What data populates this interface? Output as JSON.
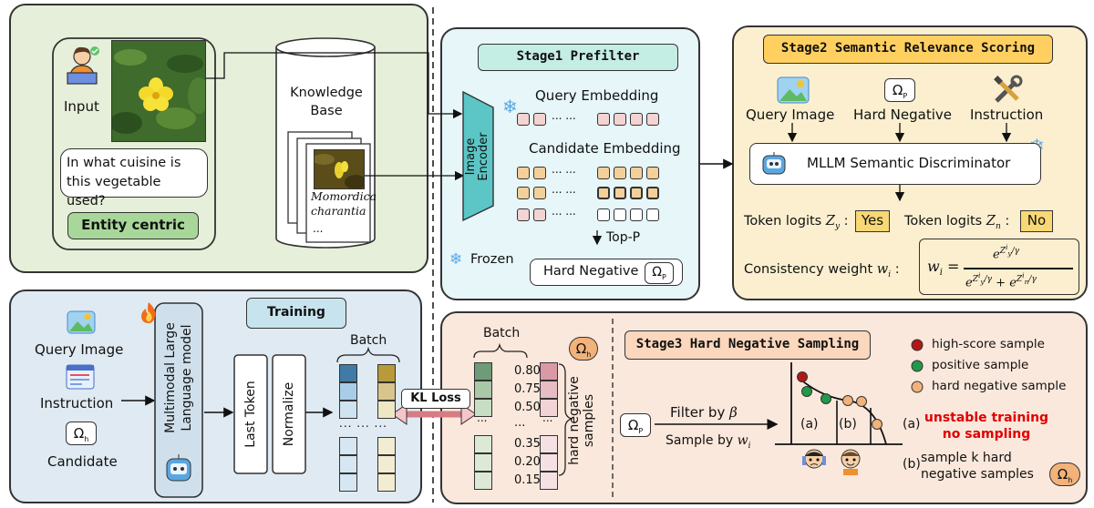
{
  "input_panel": {
    "input_label": "Input",
    "question": "In what cuisine is this vegetable used?",
    "entity_label": "Entity centric",
    "kb_title": "Knowledge Base",
    "kb_item_name": "Momordica charantia",
    "kb_item_more": "..."
  },
  "stage1": {
    "title": "Stage1 Prefilter",
    "encoder": "Image Encoder",
    "query_embedding": "Query Embedding",
    "candidate_embedding": "Candidate Embedding",
    "dots": "... ...",
    "top_p": "Top-P",
    "frozen": "Frozen",
    "hard_negative": "Hard Negative",
    "omega_p": "ΩP"
  },
  "stage2": {
    "title": "Stage2 Semantic Relevance Scoring",
    "query_image": "Query Image",
    "hard_negative": "Hard Negative",
    "instruction": "Instruction",
    "discriminator": "MLLM Semantic Discriminator",
    "token_logits_y": "Token logits Zy :",
    "yes": "Yes",
    "token_logits_n": "Token logits Zn :",
    "no": "No",
    "consistency": "Consistency weight wi :"
  },
  "training": {
    "title": "Training",
    "query_image": "Query Image",
    "instruction": "Instruction",
    "candidate": "Candidate",
    "mllm": "Multimodal Large Language model",
    "last_token": "Last Token",
    "normalize": "Normalize",
    "batch": "Batch",
    "dots": "... ... ..."
  },
  "kl_loss": "KL Loss",
  "stage3": {
    "title": "Stage3 Hard Negative Sampling",
    "batch": "Batch",
    "scores": [
      "0.80",
      "0.75",
      "0.50",
      "...",
      "0.35",
      "0.20",
      "0.15"
    ],
    "side_label": "hard negative samples",
    "filter_by": "Filter by β",
    "sample_by": "Sample by wi",
    "legend": [
      {
        "label": "high-score sample",
        "color": "#b01818"
      },
      {
        "label": "positive sample",
        "color": "#1f9a4a"
      },
      {
        "label": "hard negative sample",
        "color": "#f2b27a"
      }
    ],
    "region_a": "(a)",
    "region_b": "(b)",
    "note_a_label": "(a)",
    "note_a_text": "unstable training no sampling",
    "note_b_label": "(b)",
    "note_b_text": "sample k hard negative samples",
    "omega_h": "Ωh"
  },
  "colors": {
    "input_panel_bg": "#e6efd9",
    "stage1_bg": "#e6f6f9",
    "stage2_bg": "#fbefcf",
    "training_bg": "#dfeaf2",
    "stage3_bg": "#fbe8dc",
    "pink": "#f4d3d3",
    "orange": "#f3cf9a",
    "teal": "#5cc6c6",
    "yes_no_bg": "#f7d874",
    "hdr_stage2": "#ffd060",
    "hdr_stage3": "#fbd7bd",
    "hdr_training": "#c7e4ee",
    "entity_bg": "#a8d79a",
    "red_text": "#e00000"
  }
}
